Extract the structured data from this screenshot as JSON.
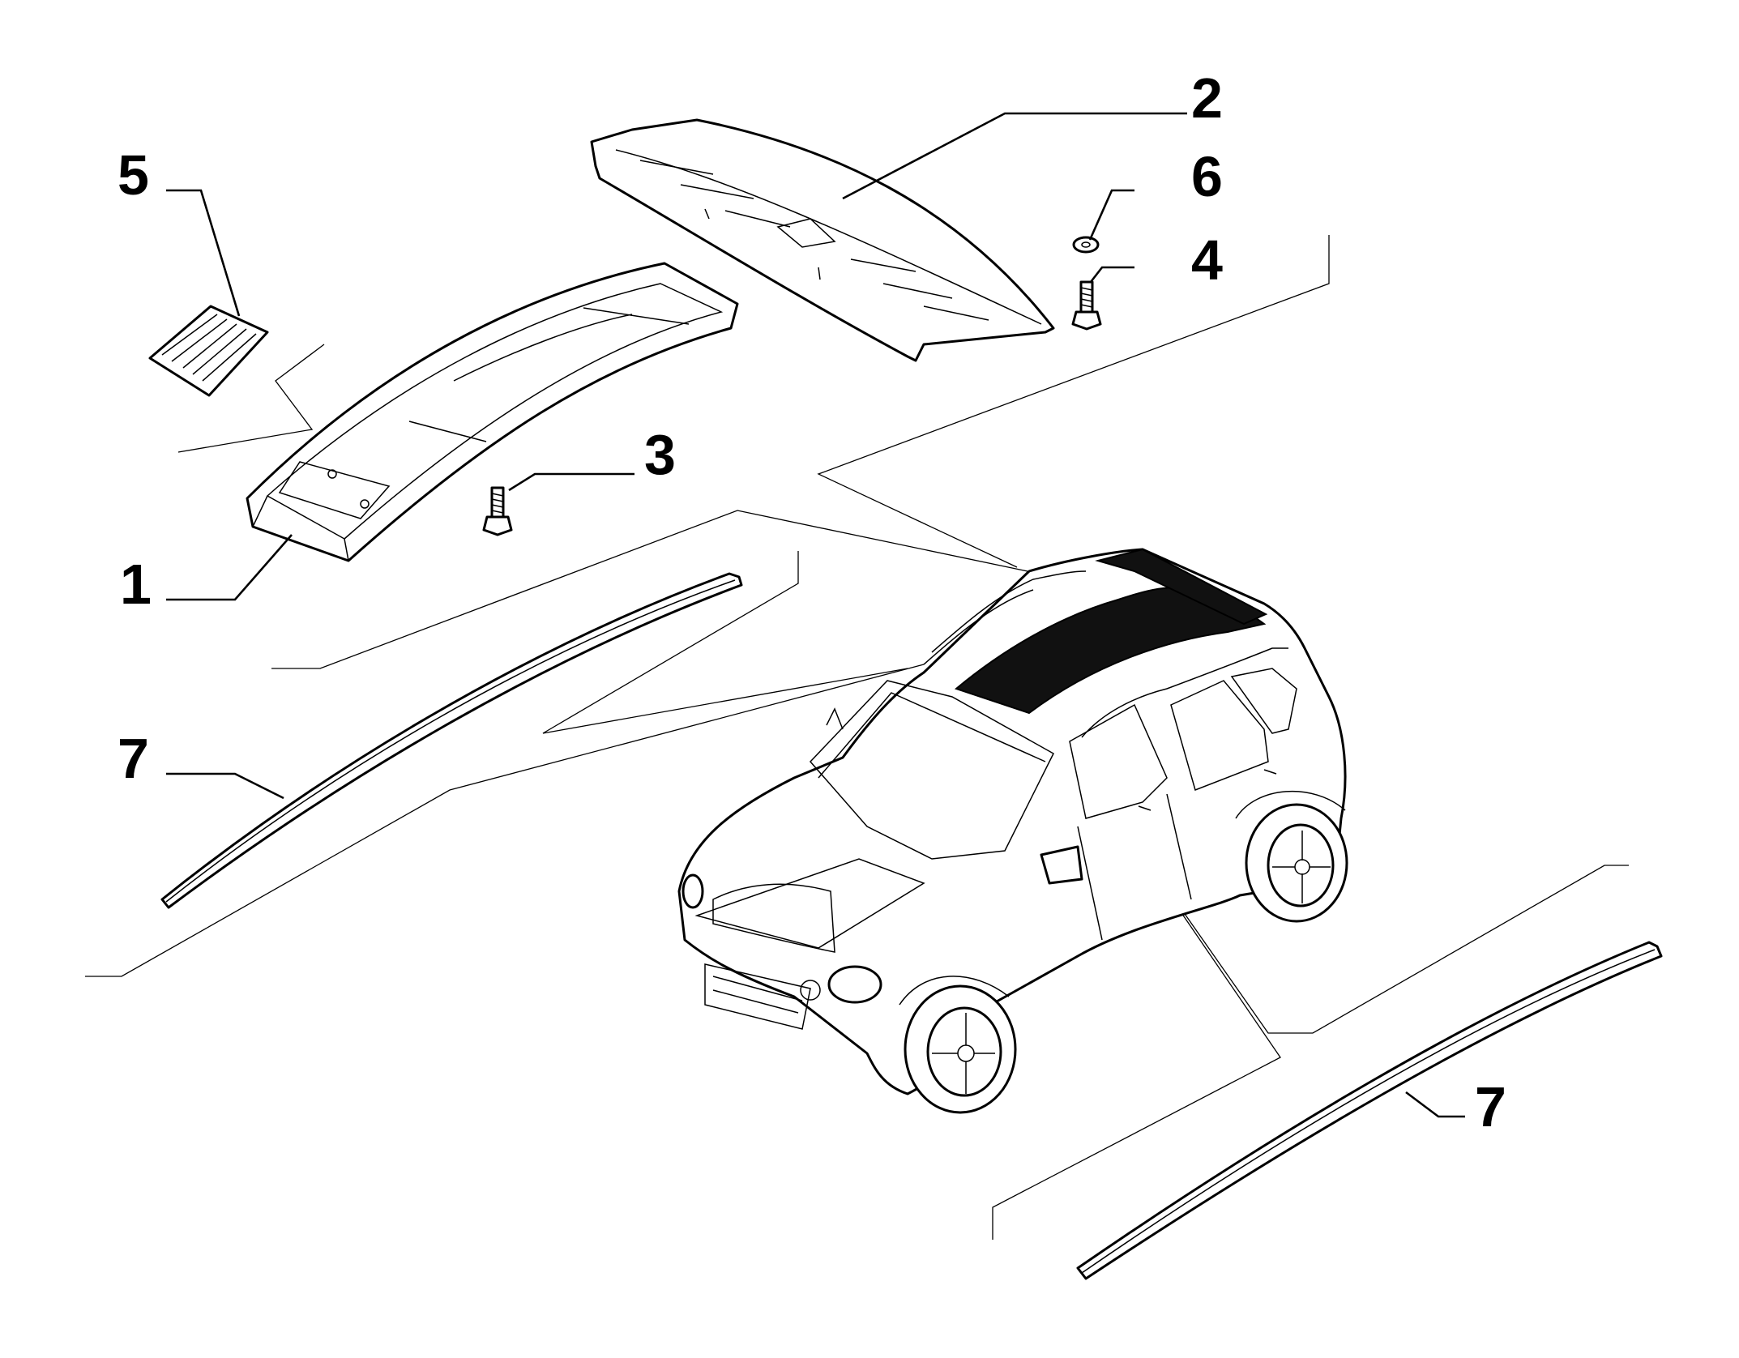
{
  "callouts": [
    {
      "id": "c1",
      "label": "1"
    },
    {
      "id": "c2",
      "label": "2"
    },
    {
      "id": "c3",
      "label": "3"
    },
    {
      "id": "c4",
      "label": "4"
    },
    {
      "id": "c5",
      "label": "5"
    },
    {
      "id": "c6",
      "label": "6"
    },
    {
      "id": "c7a",
      "label": "7"
    },
    {
      "id": "c7b",
      "label": "7"
    }
  ],
  "colors": {
    "line": "#000000",
    "background": "#ffffff",
    "roof_fill": "#111111"
  }
}
